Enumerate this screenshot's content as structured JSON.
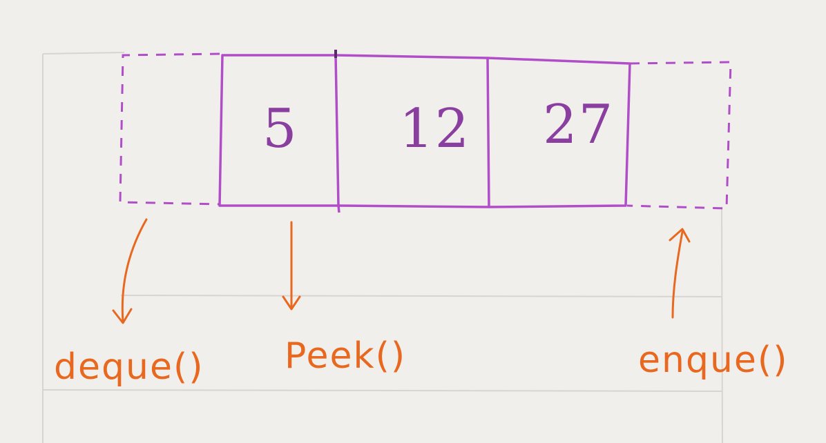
{
  "colors": {
    "paper": "#f1efec",
    "ruled_line": "#d8d5d0",
    "queue_ink": "#b04ec8",
    "number_ink": "#8a3fa0",
    "label_ink": "#e8681f"
  },
  "queue": {
    "cells": [
      {
        "value": "5"
      },
      {
        "value": "12"
      },
      {
        "value": "27"
      }
    ]
  },
  "operations": {
    "dequeue": {
      "label": "deque()",
      "arrow": "down"
    },
    "peek": {
      "label": "Peek()",
      "arrow": "down"
    },
    "enqueue": {
      "label": "enque()",
      "arrow": "up"
    }
  }
}
